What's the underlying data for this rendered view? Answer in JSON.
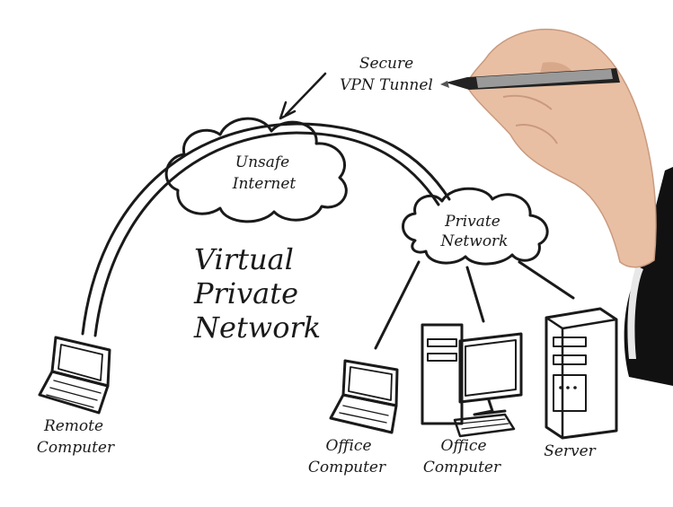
{
  "diagram": {
    "title_lines": [
      "Virtual",
      "Private",
      "Network"
    ],
    "tunnel_label_lines": [
      "Secure",
      "VPN Tunnel"
    ],
    "unsafe_internet_lines": [
      "Unsafe",
      "Internet"
    ],
    "private_network_lines": [
      "Private",
      "Network"
    ],
    "remote_computer_lines": [
      "Remote",
      "Computer"
    ],
    "office_computer_1_lines": [
      "Office",
      "Computer"
    ],
    "office_computer_2_lines": [
      "Office",
      "Computer"
    ],
    "server_lines": [
      "Server"
    ]
  }
}
